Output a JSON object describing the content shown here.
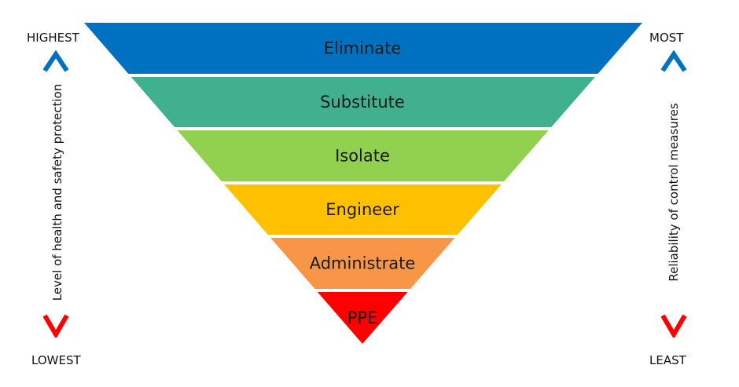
{
  "tiers": [
    {
      "label": "Eliminate",
      "color": "#0070C0"
    },
    {
      "label": "Substitute",
      "color": "#41B08C"
    },
    {
      "label": "Isolate",
      "color": "#92D050"
    },
    {
      "label": "Engineer",
      "color": "#FFC000"
    },
    {
      "label": "Administrate",
      "color": "#F79646"
    },
    {
      "label": "PPE",
      "color": "#FF0000"
    }
  ],
  "left_axis": {
    "top_label": "HIGHEST",
    "bottom_label": "LOWEST",
    "title": "Level of health and safety protection"
  },
  "right_axis": {
    "top_label": "MOST",
    "bottom_label": "LEAST",
    "title": "Reliability of control measures"
  },
  "colors": {
    "up_arrow": "#0070C0",
    "down_arrow": "#FF0000"
  },
  "icons": {
    "up": "chevron-up-icon",
    "down": "chevron-down-icon"
  }
}
